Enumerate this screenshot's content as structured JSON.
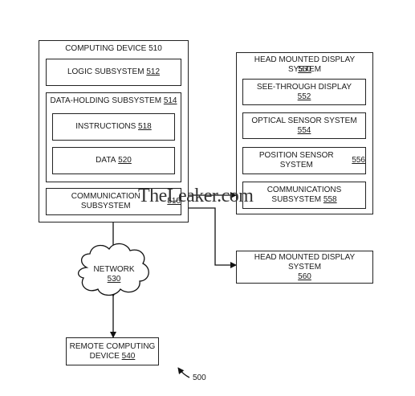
{
  "figure_ref": "500",
  "computing_device": {
    "label": "COMPUTING DEVICE",
    "num": "510"
  },
  "logic_subsystem": {
    "label": "LOGIC SUBSYSTEM",
    "num": "512"
  },
  "data_holding_subsystem": {
    "label": "DATA-HOLDING SUBSYSTEM",
    "num": "514"
  },
  "instructions": {
    "label": "INSTRUCTIONS",
    "num": "518"
  },
  "data": {
    "label": "DATA",
    "num": "520"
  },
  "communication_subsystem": {
    "label": "COMMUNICATION SUBSYSTEM",
    "num": "516"
  },
  "hmd_system": {
    "label": "HEAD MOUNTED DISPLAY SYSTEM",
    "num": "550"
  },
  "see_through_display": {
    "label": "SEE-THROUGH DISPLAY",
    "num": "552"
  },
  "optical_sensor": {
    "label": "OPTICAL SENSOR SYSTEM",
    "num": "554"
  },
  "position_sensor": {
    "label": "POSITION SENSOR SYSTEM",
    "num": "556"
  },
  "communications_subsystem": {
    "label_line1": "COMMUNICATIONS",
    "label_line2": "SUBSYSTEM",
    "num": "558"
  },
  "hmd_system_2": {
    "label": "HEAD MOUNTED DISPLAY SYSTEM",
    "num": "560"
  },
  "network": {
    "label": "NETWORK",
    "num": "530"
  },
  "remote_device": {
    "label_line1": "REMOTE COMPUTING",
    "label_line2": "DEVICE",
    "num": "540"
  },
  "watermark": "TheLeaker.com"
}
